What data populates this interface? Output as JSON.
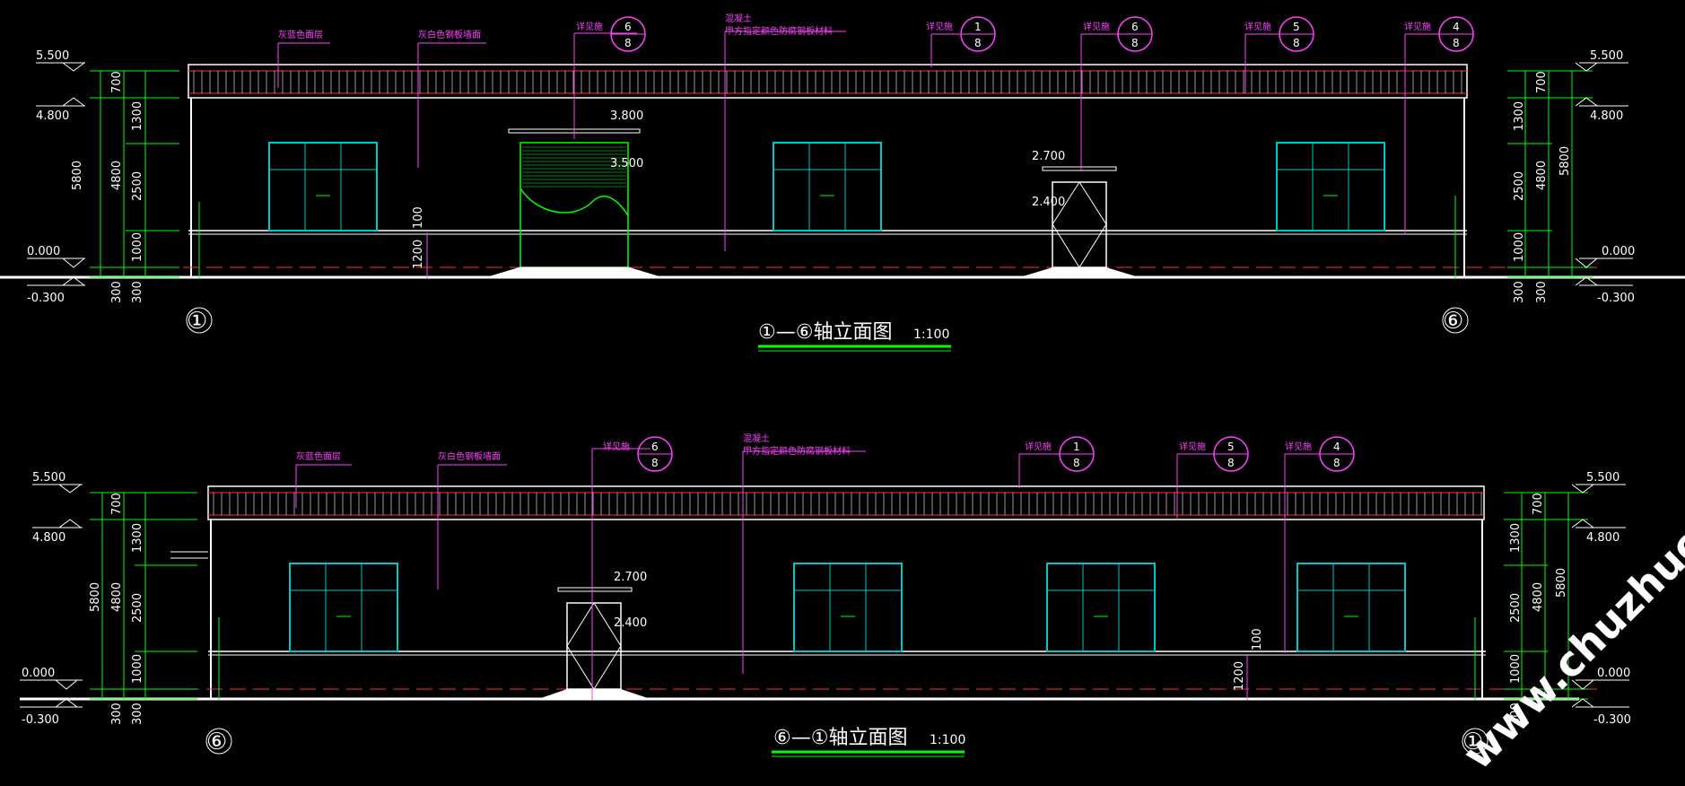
{
  "drawing": {
    "background": "#000000",
    "colors": {
      "outline": "#ffffff",
      "dimension": "#00ff00",
      "annotation": "#ff40ff",
      "window": "#00c8c8",
      "redline": "#ff3030"
    }
  },
  "elevation_top": {
    "title": "①—⑥轴立面图",
    "scale": "1:100",
    "levels": {
      "roof": "5.500",
      "eave": "4.800",
      "ground": "0.000",
      "base": "-0.300"
    },
    "dims_left": [
      "700",
      "1300",
      "2500",
      "1000",
      "4800",
      "5800",
      "300",
      "300"
    ],
    "dims_right": [
      "700",
      "1300",
      "2500",
      "1000",
      "4800",
      "5800",
      "300",
      "300"
    ],
    "door_levels": [
      "3.800",
      "3.500",
      "2.700",
      "2.400"
    ],
    "small_dims": [
      "100",
      "1200"
    ],
    "axis_left": "①",
    "axis_right": "⑥",
    "material_notes": [
      "灰蓝色面层",
      "灰白色钢板墙面",
      "混凝土",
      "甲方指定颜色防腐钢板材料"
    ],
    "callouts": [
      {
        "label": "详见施",
        "num": "6",
        "den": "8"
      },
      {
        "label": "详见施",
        "num": "1",
        "den": "8"
      },
      {
        "label": "详见施",
        "num": "6",
        "den": "8"
      },
      {
        "label": "详见施",
        "num": "5",
        "den": "8"
      },
      {
        "label": "详见施",
        "num": "4",
        "den": "8"
      }
    ]
  },
  "elevation_bottom": {
    "title": "⑥—①轴立面图",
    "scale": "1:100",
    "levels": {
      "roof": "5.500",
      "eave": "4.800",
      "ground": "0.000",
      "base": "-0.300"
    },
    "dims_left": [
      "700",
      "1300",
      "2500",
      "1000",
      "4800",
      "5800",
      "300",
      "300"
    ],
    "dims_right": [
      "700",
      "1300",
      "2500",
      "1000",
      "4800",
      "5800",
      "300"
    ],
    "door_levels": [
      "2.700",
      "2.400"
    ],
    "small_dims": [
      "100",
      "1200"
    ],
    "axis_left": "⑥",
    "axis_right": "①",
    "material_notes": [
      "灰蓝色面层",
      "灰白色钢板墙面",
      "混凝土",
      "甲方指定颜色防腐钢板材料"
    ],
    "callouts": [
      {
        "label": "详见施",
        "num": "6",
        "den": "8"
      },
      {
        "label": "详见施",
        "num": "1",
        "den": "8"
      },
      {
        "label": "详见施",
        "num": "5",
        "den": "8"
      },
      {
        "label": "详见施",
        "num": "4",
        "den": "8"
      }
    ]
  },
  "watermark": "www.chuzhuo.com"
}
